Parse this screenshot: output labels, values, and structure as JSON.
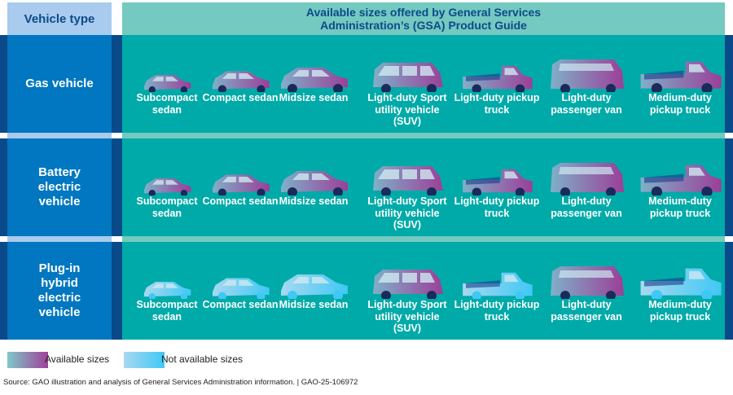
{
  "header": {
    "vehicle_type": "Vehicle type",
    "sizes_title": "Available sizes offered by General Services Administration’s (GSA) Product Guide"
  },
  "sizes": [
    {
      "label": "Subcompact sedan",
      "kind": "sedan",
      "scale": 0.7
    },
    {
      "label": "Compact sedan",
      "kind": "sedan",
      "scale": 0.85
    },
    {
      "label": "Midsize sedan",
      "kind": "sedan",
      "scale": 1
    },
    {
      "label": "Light-duty Sport utility vehicle (SUV)",
      "kind": "suv",
      "scale": 1
    },
    {
      "label": "Light-duty pickup truck",
      "kind": "pickup",
      "scale": 0.95
    },
    {
      "label": "Light-duty passenger van",
      "kind": "van",
      "scale": 1
    },
    {
      "label": "Medium-duty pickup truck",
      "kind": "pickup",
      "scale": 1.1
    }
  ],
  "rows": [
    {
      "type": "Gas vehicle",
      "available": [
        true,
        true,
        true,
        true,
        true,
        true,
        true
      ]
    },
    {
      "type": "Battery electric vehicle",
      "available": [
        true,
        true,
        true,
        true,
        true,
        true,
        true
      ]
    },
    {
      "type": "Plug-in hybrid electric vehicle",
      "available": [
        false,
        false,
        false,
        true,
        false,
        true,
        false
      ]
    }
  ],
  "legend": {
    "available": "Available sizes",
    "not_available": "Not available sizes"
  },
  "colors": {
    "available_start": "#7fb0c8",
    "available_end": "#9b3f98",
    "not_start": "#a8d8f0",
    "not_end": "#40c8f5"
  },
  "source": "Source: GAO illustration and analysis of General Services Administration information.  |  GAO-25-106972"
}
